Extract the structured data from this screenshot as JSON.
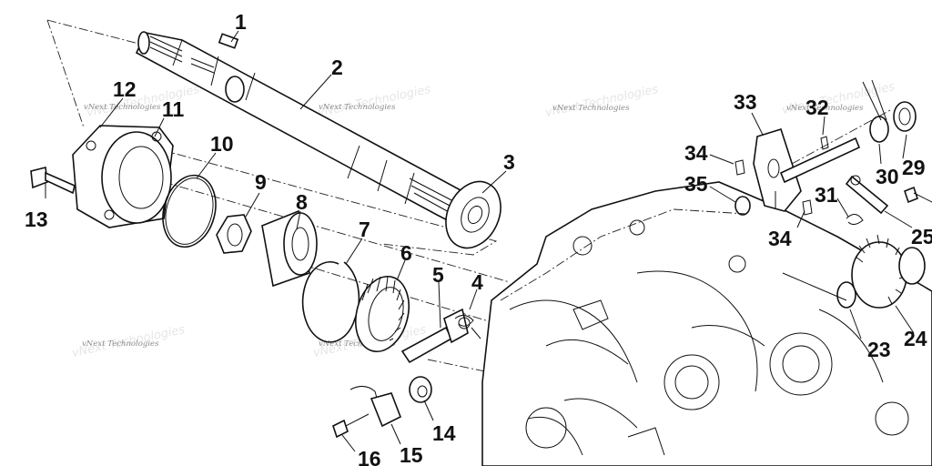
{
  "diagram": {
    "callouts": [
      {
        "id": "1",
        "text": "1"
      },
      {
        "id": "2",
        "text": "2"
      },
      {
        "id": "3",
        "text": "3"
      },
      {
        "id": "4",
        "text": "4"
      },
      {
        "id": "5",
        "text": "5"
      },
      {
        "id": "6",
        "text": "6"
      },
      {
        "id": "7",
        "text": "7"
      },
      {
        "id": "8",
        "text": "8"
      },
      {
        "id": "9",
        "text": "9"
      },
      {
        "id": "10",
        "text": "10"
      },
      {
        "id": "11",
        "text": "11"
      },
      {
        "id": "12",
        "text": "12"
      },
      {
        "id": "13",
        "text": "13"
      },
      {
        "id": "14",
        "text": "14"
      },
      {
        "id": "15",
        "text": "15"
      },
      {
        "id": "16",
        "text": "16"
      },
      {
        "id": "23",
        "text": "23"
      },
      {
        "id": "24",
        "text": "24"
      },
      {
        "id": "25",
        "text": "25"
      },
      {
        "id": "29",
        "text": "29"
      },
      {
        "id": "30",
        "text": "30"
      },
      {
        "id": "31",
        "text": "31"
      },
      {
        "id": "32",
        "text": "32"
      },
      {
        "id": "33",
        "text": "33"
      },
      {
        "id": "34a",
        "text": "34"
      },
      {
        "id": "34b",
        "text": "34"
      },
      {
        "id": "35",
        "text": "35"
      }
    ],
    "watermark": "vNext Technologies"
  }
}
